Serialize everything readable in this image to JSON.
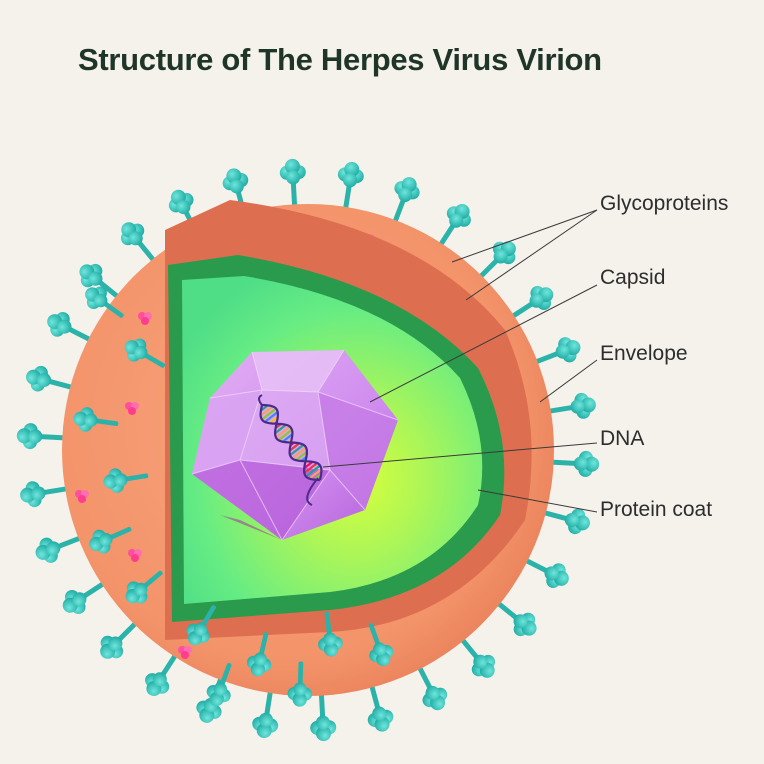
{
  "title": "Structure of The Herpes Virus Virion",
  "labels": {
    "glycoproteins": "Glycoproteins",
    "capsid": "Capsid",
    "envelope": "Envelope",
    "dna": "DNA",
    "protein_coat": "Protein coat"
  },
  "colors": {
    "background": "#f5f2ec",
    "envelope": "#f3956a",
    "envelope_inner": "#dd7152",
    "protein_coat": "#2d9e4f",
    "inner_fill": "#6ff08a",
    "capsid": "#d79cf0",
    "glycoprotein": "#3cc9c0",
    "pink_protein": "#ff4f9d",
    "leader_line": "#3a3a3a"
  },
  "icons": [
    "dna-helix-icon",
    "glycoprotein-spike-icon"
  ]
}
